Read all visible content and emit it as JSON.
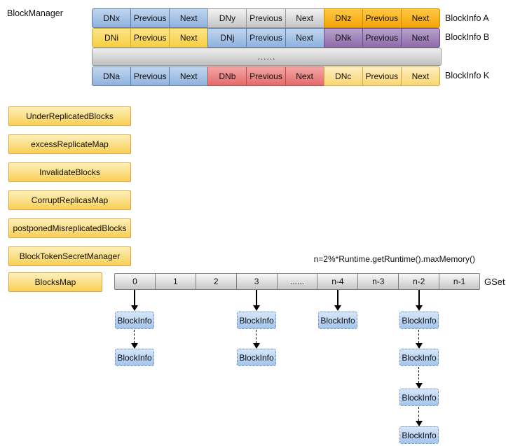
{
  "blockmanager": {
    "label": "BlockManager",
    "rows": [
      {
        "name": "BlockInfo A",
        "cells": [
          "DNx",
          "Previous",
          "Next",
          "DNy",
          "Previous",
          "Next",
          "DNz",
          "Previous",
          "Next"
        ]
      },
      {
        "name": "BlockInfo B",
        "cells": [
          "DNi",
          "Previous",
          "Next",
          "DNj",
          "Previous",
          "Next",
          "DNk",
          "Previous",
          "Next"
        ]
      },
      {
        "name": "",
        "dots": "......"
      },
      {
        "name": "BlockInfo K",
        "cells": [
          "DNa",
          "Previous",
          "Next",
          "DNb",
          "Previous",
          "Next",
          "DNc",
          "Previous",
          "Next"
        ]
      }
    ]
  },
  "structures": [
    "UnderReplicatedBlocks",
    "excessReplicateMap",
    "InvalidateBlocks",
    "CorruptReplicasMap",
    "postponedMisreplicatedBlocks",
    "BlockTokenSecretManager",
    "BlocksMap"
  ],
  "gset": {
    "annotation": "n=2%*Runtime.getRuntime().maxMemory()",
    "label": "GSet",
    "cells": [
      "0",
      "1",
      "2",
      "3",
      "......",
      "n-4",
      "n-3",
      "n-2",
      "n-1"
    ],
    "chains": [
      {
        "from_cell": "0",
        "nodes": [
          "BlockInfo",
          "BlockInfo"
        ]
      },
      {
        "from_cell": "3",
        "nodes": [
          "BlockInfo",
          "BlockInfo"
        ]
      },
      {
        "from_cell": "n-4",
        "nodes": [
          "BlockInfo"
        ]
      },
      {
        "from_cell": "n-2",
        "nodes": [
          "BlockInfo",
          "BlockInfo",
          "BlockInfo",
          "BlockInfo"
        ]
      }
    ]
  },
  "colors": {
    "blue_cell": "#a7c4e6",
    "gray_cell": "#d8d8d8",
    "orange_cell": "#fab31c",
    "yellow_cell": "#f9d963",
    "purple_cell": "#a286bb",
    "red_cell": "#eb8787",
    "cream_cell": "#fbe29a",
    "structure_box_fill": "#fadf8a",
    "structure_box_border": "#dfa43c",
    "gset_cell_fill": "#dedede",
    "blockinfo_node_fill": "#bdd6f1",
    "blockinfo_node_border": "#6e97c8",
    "arrow": "#000000"
  }
}
